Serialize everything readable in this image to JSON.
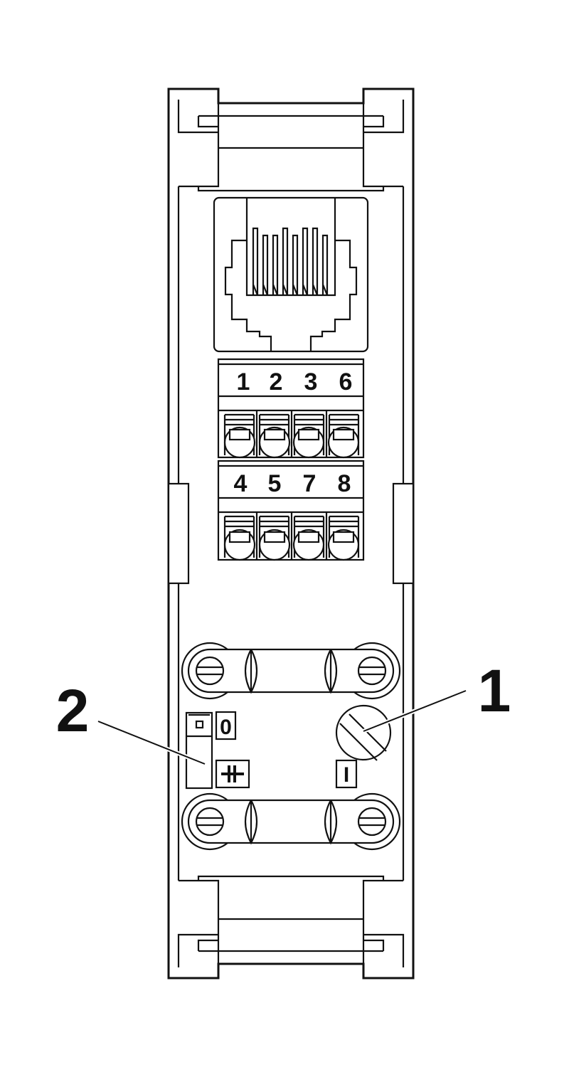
{
  "terminal_rows": [
    {
      "pins": [
        "1",
        "2",
        "3",
        "6"
      ]
    },
    {
      "pins": [
        "4",
        "5",
        "7",
        "8"
      ]
    }
  ],
  "switch_labels": {
    "off": "0",
    "on": "I"
  },
  "callouts": [
    {
      "number": "1",
      "target": "screw-adjuster"
    },
    {
      "number": "2",
      "target": "slide-switch"
    }
  ],
  "colors": {
    "line": "#111111",
    "background": "#ffffff"
  }
}
